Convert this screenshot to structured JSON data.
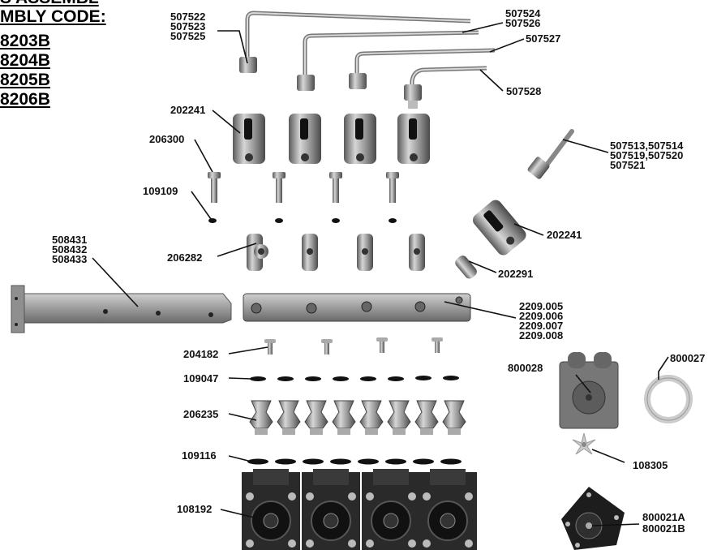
{
  "header": {
    "line1": "S ASSEMBL",
    "line2": "MBLY CODE:",
    "codes": [
      "8203B",
      "8204B",
      "8205B",
      "8206B"
    ]
  },
  "labels": {
    "tube_left": [
      "507522",
      "507523",
      "507525"
    ],
    "tube_mid": [
      "507524",
      "507526"
    ],
    "tube_right1": "507527",
    "tube_right2": "507528",
    "valve_body": "202241",
    "cap_screw": "206300",
    "oring_small": "109109",
    "fitting_right": [
      "507513,507514",
      "507519,507520",
      "507521"
    ],
    "valve_body_right": "202241",
    "bracket": [
      "508431",
      "508432",
      "508433"
    ],
    "elbow": "206282",
    "plug": "202291",
    "manifold": [
      "2209.005",
      "2209.006",
      "2209.007",
      "2209.008"
    ],
    "screw": "204182",
    "diaphragm_housing": "800028",
    "ring": "800027",
    "oring_a": "109047",
    "nozzle": "206235",
    "impeller": "108305",
    "oring_b": "109116",
    "pump": "108192",
    "cover_plate": [
      "800021A",
      "800021B"
    ]
  },
  "colors": {
    "metal": "#9a9a9a",
    "dark": "#2b2b2b",
    "black": "#111111"
  }
}
